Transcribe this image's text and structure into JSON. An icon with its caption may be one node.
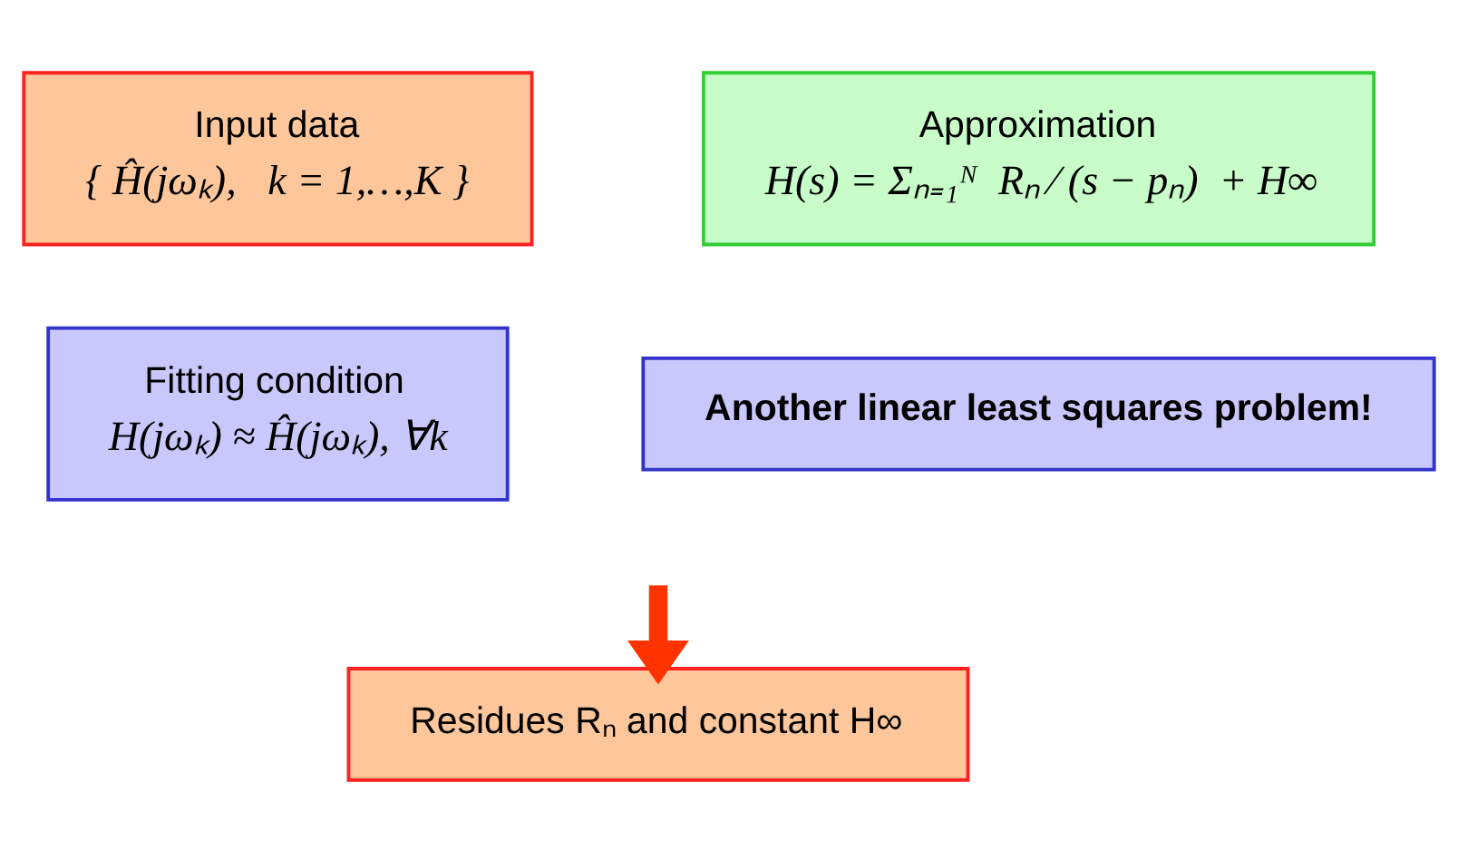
{
  "diagram": {
    "nodes": [
      {
        "text": [
          "Input data",
          "{ Ĥ(jωₖ),   k = 1,…,K }"
        ]
      },
      {
        "text": [
          "Approximation",
          "H(s) = Σₙ₌₁ᴺ  Rₙ ⁄ (s − pₙ)  + H∞"
        ]
      },
      {
        "text": [
          "Fitting condition",
          "H(jωₖ) ≈ Ĥ(jωₖ), ∀k"
        ]
      },
      {
        "text": [
          "Another linear least squares problem!"
        ]
      },
      {
        "text": [
          "Residues Rₙ and constant H∞"
        ]
      }
    ],
    "edges": [
      {
        "from": null,
        "to": 4,
        "arrow": "to"
      }
    ]
  }
}
